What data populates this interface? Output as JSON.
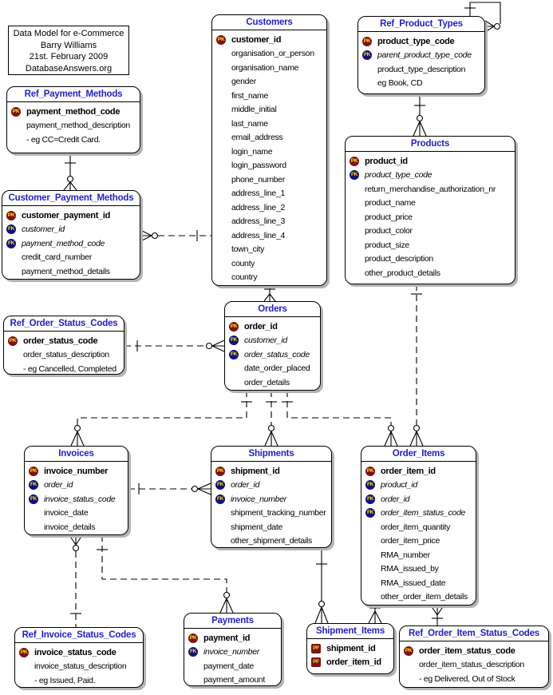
{
  "colors": {
    "entity_title": "#2222CC",
    "pk_badge": "#7E1010",
    "fk_badge": "#10107E",
    "badge_text": "#FFE800",
    "box_border": "#000000",
    "shadow": "#B4B4B4",
    "line": "#000000"
  },
  "title_box": {
    "lines": [
      "Data Model for e-Commerce",
      "Barry Williams",
      "21st. February 2009",
      "DatabaseAnswers.org"
    ]
  },
  "entities": {
    "ref_payment_methods": {
      "title": "Ref_Payment_Methods",
      "rows": [
        {
          "key": "PK",
          "name": "payment_method_code"
        },
        {
          "name": "payment_method_description"
        },
        {
          "name": "- eg CC=Credit Card."
        }
      ]
    },
    "customer_payment_methods": {
      "title": "Customer_Payment_Methods",
      "rows": [
        {
          "key": "PK",
          "name": "customer_payment_id"
        },
        {
          "key": "FK",
          "name": "customer_id"
        },
        {
          "key": "FK",
          "name": "payment_method_code"
        },
        {
          "name": "credit_card_number"
        },
        {
          "name": "payment_method_details"
        }
      ]
    },
    "customers": {
      "title": "Customers",
      "rows": [
        {
          "key": "PK",
          "name": "customer_id"
        },
        {
          "name": "organisation_or_person"
        },
        {
          "name": "organisation_name"
        },
        {
          "name": "gender"
        },
        {
          "name": "first_name"
        },
        {
          "name": "middle_initial"
        },
        {
          "name": "last_name"
        },
        {
          "name": "email_address"
        },
        {
          "name": "login_name"
        },
        {
          "name": "login_password"
        },
        {
          "name": "phone_number"
        },
        {
          "name": "address_line_1"
        },
        {
          "name": "address_line_2"
        },
        {
          "name": "address_line_3"
        },
        {
          "name": "address_line_4"
        },
        {
          "name": "town_city"
        },
        {
          "name": "county"
        },
        {
          "name": "country"
        }
      ]
    },
    "ref_product_types": {
      "title": "Ref_Product_Types",
      "rows": [
        {
          "key": "PK",
          "name": "product_type_code"
        },
        {
          "key": "FK",
          "name": "parent_product_type_code"
        },
        {
          "name": "product_type_description"
        },
        {
          "name": "eg Book, CD"
        }
      ]
    },
    "products": {
      "title": "Products",
      "rows": [
        {
          "key": "PK",
          "name": "product_id"
        },
        {
          "key": "FK",
          "name": "product_type_code"
        },
        {
          "name": "return_merchandise_authorization_nr"
        },
        {
          "name": "product_name"
        },
        {
          "name": "product_price"
        },
        {
          "name": "product_color"
        },
        {
          "name": "product_size"
        },
        {
          "name": "product_description"
        },
        {
          "name": "other_product_details"
        }
      ]
    },
    "ref_order_status_codes": {
      "title": "Ref_Order_Status_Codes",
      "rows": [
        {
          "key": "PK",
          "name": "order_status_code"
        },
        {
          "name": "order_status_description"
        },
        {
          "name": "- eg Cancelled, Completed"
        }
      ]
    },
    "orders": {
      "title": "Orders",
      "rows": [
        {
          "key": "PK",
          "name": "order_id"
        },
        {
          "key": "FK",
          "name": "customer_id"
        },
        {
          "key": "FK",
          "name": "order_status_code"
        },
        {
          "name": "date_order_placed"
        },
        {
          "name": "order_details"
        }
      ]
    },
    "invoices": {
      "title": "Invoices",
      "rows": [
        {
          "key": "PK",
          "name": "invoice_number"
        },
        {
          "key": "FK",
          "name": "order_id"
        },
        {
          "key": "FK",
          "name": "invoice_status_code"
        },
        {
          "name": "invoice_date"
        },
        {
          "name": "invoice_details"
        }
      ]
    },
    "shipments": {
      "title": "Shipments",
      "rows": [
        {
          "key": "PK",
          "name": "shipment_id"
        },
        {
          "key": "FK",
          "name": "order_id"
        },
        {
          "key": "FK",
          "name": "invoice_number"
        },
        {
          "name": "shipment_tracking_number"
        },
        {
          "name": "shipment_date"
        },
        {
          "name": "other_shipment_details"
        }
      ]
    },
    "order_items": {
      "title": "Order_Items",
      "rows": [
        {
          "key": "PK",
          "name": "order_item_id"
        },
        {
          "key": "FK",
          "name": "product_id"
        },
        {
          "key": "FK",
          "name": "order_id"
        },
        {
          "key": "FK",
          "name": "order_item_status_code"
        },
        {
          "name": "order_item_quantity"
        },
        {
          "name": "order_item_price"
        },
        {
          "name": "RMA_number"
        },
        {
          "name": "RMA_issued_by"
        },
        {
          "name": "RMA_issued_date"
        },
        {
          "name": "other_order_item_details"
        }
      ]
    },
    "ref_invoice_status_codes": {
      "title": "Ref_Invoice_Status_Codes",
      "rows": [
        {
          "key": "PK",
          "name": "invoice_status_code"
        },
        {
          "name": "invoice_status_description"
        },
        {
          "name": "- eg Issued, Paid."
        }
      ]
    },
    "payments": {
      "title": "Payments",
      "rows": [
        {
          "key": "PK",
          "name": "payment_id"
        },
        {
          "key": "FK",
          "name": "invoice_number"
        },
        {
          "name": "payment_date"
        },
        {
          "name": "payment_amount"
        }
      ]
    },
    "shipment_items": {
      "title": "Shipment_Items",
      "rows": [
        {
          "key": "PF",
          "name": "shipment_id"
        },
        {
          "key": "PF",
          "name": "order_item_id"
        }
      ]
    },
    "ref_order_item_status_codes": {
      "title": "Ref_Order_Item_Status_Codes",
      "rows": [
        {
          "key": "PK",
          "name": "order_item_status_code"
        },
        {
          "name": "order_item_status_description"
        },
        {
          "name": "- eg Delivered, Out of Stock"
        }
      ]
    }
  },
  "relationships": [
    {
      "from": "Ref_Payment_Methods",
      "to": "Customer_Payment_Methods",
      "cardinality": "one-to-many",
      "style": "solid"
    },
    {
      "from": "Customers",
      "to": "Customer_Payment_Methods",
      "cardinality": "one-to-many",
      "style": "dashed"
    },
    {
      "from": "Customers",
      "to": "Orders",
      "cardinality": "one-to-many",
      "style": "solid"
    },
    {
      "from": "Ref_Product_Types",
      "to": "Ref_Product_Types",
      "cardinality": "one-to-many-self",
      "style": "solid"
    },
    {
      "from": "Ref_Product_Types",
      "to": "Products",
      "cardinality": "one-to-many",
      "style": "solid"
    },
    {
      "from": "Ref_Order_Status_Codes",
      "to": "Orders",
      "cardinality": "one-to-many",
      "style": "dashed"
    },
    {
      "from": "Orders",
      "to": "Invoices",
      "cardinality": "one-to-many",
      "style": "dashed"
    },
    {
      "from": "Orders",
      "to": "Shipments",
      "cardinality": "one-to-many",
      "style": "dashed"
    },
    {
      "from": "Orders",
      "to": "Order_Items",
      "cardinality": "one-to-many",
      "style": "dashed"
    },
    {
      "from": "Products",
      "to": "Order_Items",
      "cardinality": "one-to-many",
      "style": "dashed"
    },
    {
      "from": "Invoices",
      "to": "Shipments",
      "cardinality": "one-to-many",
      "style": "dashed"
    },
    {
      "from": "Ref_Invoice_Status_Codes",
      "to": "Invoices",
      "cardinality": "one-to-many",
      "style": "dashed"
    },
    {
      "from": "Invoices",
      "to": "Payments",
      "cardinality": "one-to-many",
      "style": "dashed"
    },
    {
      "from": "Shipments",
      "to": "Shipment_Items",
      "cardinality": "one-to-many",
      "style": "solid"
    },
    {
      "from": "Order_Items",
      "to": "Shipment_Items",
      "cardinality": "one-to-many",
      "style": "solid"
    },
    {
      "from": "Ref_Order_Item_Status_Codes",
      "to": "Order_Items",
      "cardinality": "one-to-many",
      "style": "solid"
    }
  ]
}
